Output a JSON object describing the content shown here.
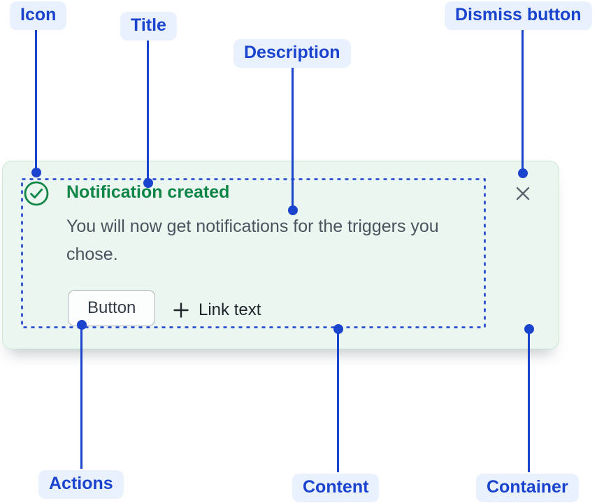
{
  "colors": {
    "annotation_blue": "#1B44CE",
    "annotation_pill_bg": "#E9F0FE",
    "card_bg": "#EAF6EF",
    "card_border": "#C9E7D3",
    "success_green": "#108548",
    "description_text": "#4A545E",
    "button_border": "#AEB5BC",
    "link_text": "#1F242B",
    "dismiss_gray": "#5C6670"
  },
  "annotations": {
    "icon": {
      "label": "Icon"
    },
    "title": {
      "label": "Title"
    },
    "description": {
      "label": "Description"
    },
    "dismiss": {
      "label": "Dismiss button"
    },
    "actions": {
      "label": "Actions"
    },
    "content": {
      "label": "Content"
    },
    "container": {
      "label": "Container"
    }
  },
  "flag": {
    "title": "Notification created",
    "description": "You will now get notifications for the triggers you chose.",
    "button_label": "Button",
    "link_label": "Link text"
  },
  "icons": {
    "status": "check-circle-icon",
    "link_prefix": "plus-icon",
    "dismiss": "close-icon"
  }
}
